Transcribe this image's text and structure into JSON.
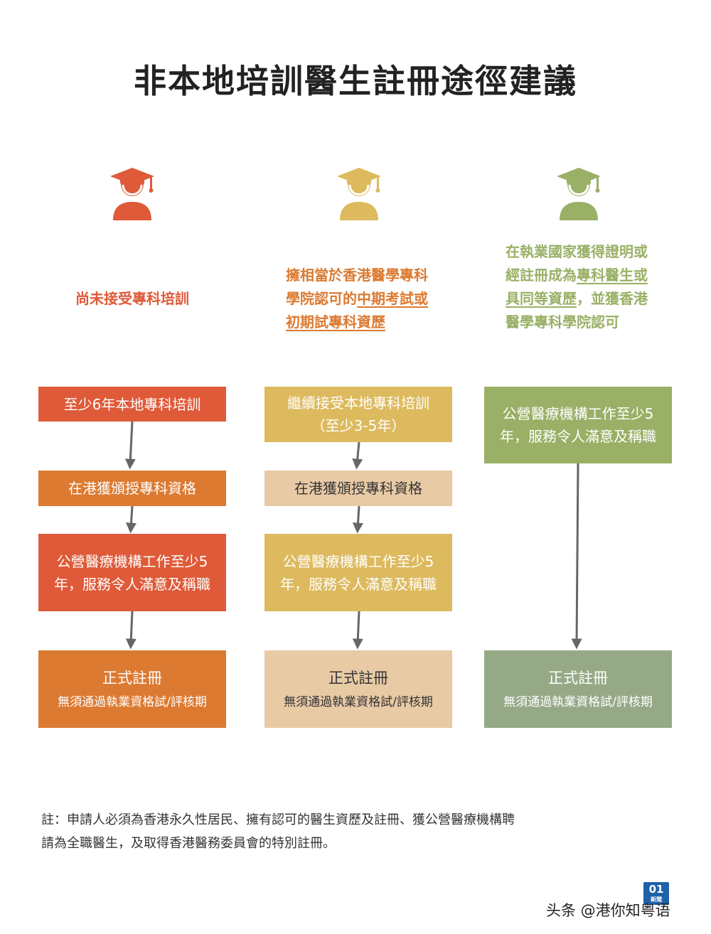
{
  "title": "非本地培訓醫生註冊途徑建議",
  "colors": {
    "red": "#DF5A38",
    "orange": "#DC7A31",
    "yellow": "#DDBA5E",
    "beige": "#E8CAA5",
    "green_light": "#9AB066",
    "green_grey": "#95A986",
    "arrow": "#666666"
  },
  "columns": [
    {
      "icon": "graduate-icon",
      "color": "#DF5A38",
      "desc_parts": [
        {
          "text": "尚未接受專科培訓",
          "u": false
        }
      ],
      "steps": [
        {
          "text": "至少6年本地專科培訓",
          "color": "#DF5A38",
          "text_color": "#ffffff"
        },
        {
          "text": "在港獲頒授專科資格",
          "color": "#DC7A31",
          "text_color": "#ffffff"
        },
        {
          "text": "公營醫療機構工作至少5年，服務令人滿意及稱職",
          "color": "#DF5A38",
          "text_color": "#ffffff"
        }
      ],
      "final": {
        "title": "正式註冊",
        "sub": "無須通過執業資格試/評核期",
        "color": "#DC7A31",
        "text_color": "#ffffff"
      }
    },
    {
      "icon": "graduate-icon",
      "color": "#DDBA5E",
      "desc_parts": [
        {
          "text": "擁相當於香港醫學專科學院認可的",
          "u": false
        },
        {
          "text": "中期考試或初期試專科資歷",
          "u": true
        }
      ],
      "steps": [
        {
          "text": "繼續接受本地專科培訓（至少3-5年）",
          "color": "#DDBA5E",
          "text_color": "#ffffff"
        },
        {
          "text": "在港獲頒授專科資格",
          "color": "#E8CAA5",
          "text_color": "#333333"
        },
        {
          "text": "公營醫療機構工作至少5年，服務令人滿意及稱職",
          "color": "#DDBA5E",
          "text_color": "#ffffff"
        }
      ],
      "final": {
        "title": "正式註冊",
        "sub": "無須通過執業資格試/評核期",
        "color": "#E8CAA5",
        "text_color": "#333333"
      }
    },
    {
      "icon": "graduate-icon",
      "color": "#9AB066",
      "desc_parts": [
        {
          "text": "在執業國家獲得證明或經註冊成為",
          "u": false
        },
        {
          "text": "專科醫生或具同等資歷",
          "u": true
        },
        {
          "text": "，並獲香港醫學專科學院認可",
          "u": false
        }
      ],
      "steps": [
        {
          "text": "公營醫療機構工作至少5年，服務令人滿意及稱職",
          "color": "#9AB066",
          "text_color": "#ffffff"
        }
      ],
      "final": {
        "title": "正式註冊",
        "sub": "無須通過執業資格試/評核期",
        "color": "#95A986",
        "text_color": "#ffffff"
      }
    }
  ],
  "note": {
    "line1": "註：申請人必須為香港永久性居民、擁有認可的醫生資歷及註冊、獲公營醫療機構聘",
    "line2": "請為全職醫生，及取得香港醫務委員會的特別註冊。"
  },
  "logo": {
    "main": "01",
    "small": "新聞"
  },
  "watermark": "头条 @港你知粤语"
}
